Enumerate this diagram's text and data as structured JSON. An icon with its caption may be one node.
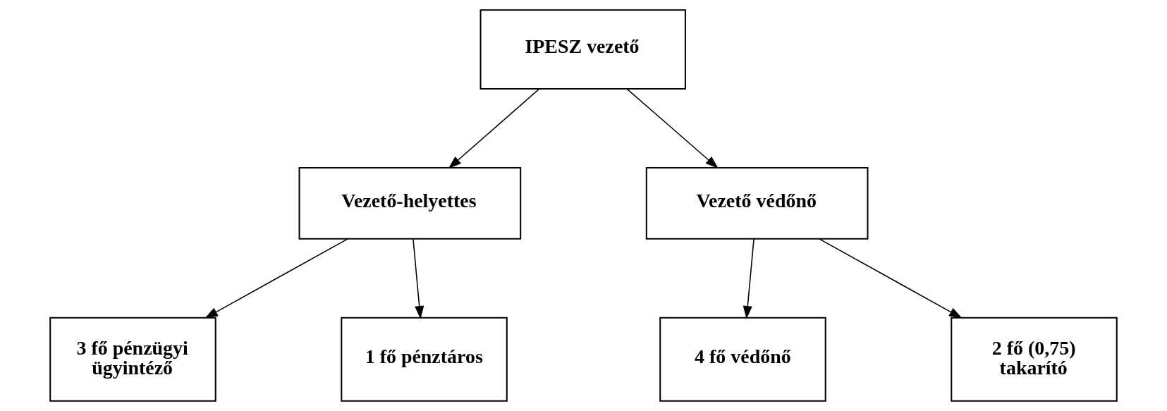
{
  "diagram": {
    "nodes": [
      {
        "text": [
          "IPESZ vezető"
        ]
      },
      {
        "text": [
          "Vezető-helyettes"
        ]
      },
      {
        "text": [
          "Vezető védőnő"
        ]
      },
      {
        "text": [
          "3 fő pénzügyi ügyintéző"
        ]
      },
      {
        "text": [
          "1 fő pénztáros"
        ]
      },
      {
        "text": [
          "4 fő védőnő"
        ]
      },
      {
        "text": [
          "2 fő (0,75) takarító"
        ]
      }
    ],
    "edges": [
      {
        "from": 0,
        "to": 1,
        "arrow": "to"
      },
      {
        "from": 0,
        "to": 2,
        "arrow": "to"
      },
      {
        "from": 1,
        "to": 3,
        "arrow": "to"
      },
      {
        "from": 1,
        "to": 4,
        "arrow": "to"
      },
      {
        "from": 2,
        "to": 5,
        "arrow": "to"
      },
      {
        "from": 2,
        "to": 6,
        "arrow": "to"
      }
    ]
  }
}
